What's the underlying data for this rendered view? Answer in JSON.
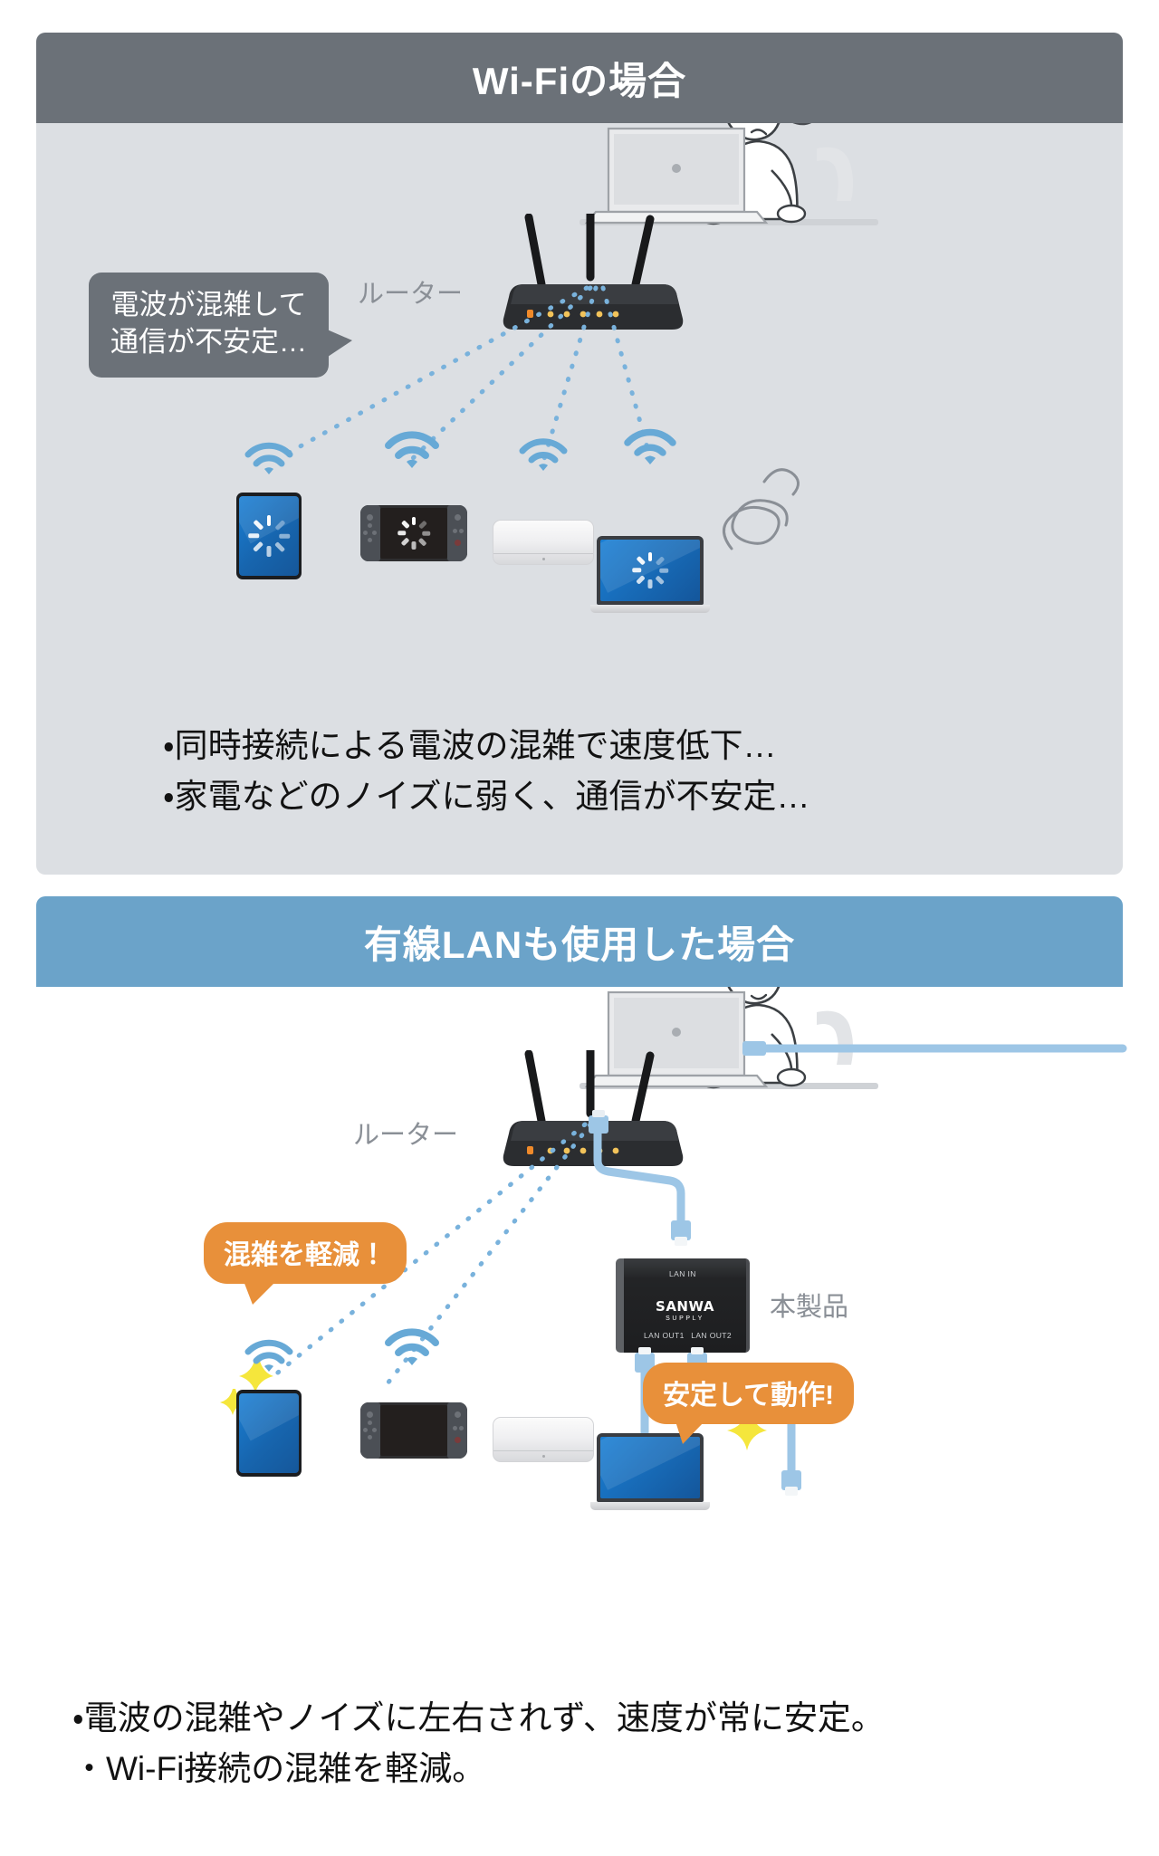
{
  "sections": [
    {
      "id": "wifi",
      "header": {
        "title": "Wi-Fiの場合",
        "bg_color": "#6b7178",
        "text_color": "#ffffff"
      },
      "panel_bg": "#dcdfe3",
      "router_label": "ルーター",
      "speech_bubble": {
        "line1": "電波が混雑して",
        "line2": "通信が不安定…",
        "bg_color": "#6b7178",
        "text_color": "#ffffff"
      },
      "devices": [
        {
          "name": "tablet",
          "status": "loading",
          "wifi_signal": "weak"
        },
        {
          "name": "handheld-console",
          "status": "loading",
          "wifi_signal": "strong"
        },
        {
          "name": "mini-pc",
          "status": "idle",
          "wifi_signal": "strong"
        },
        {
          "name": "laptop",
          "status": "loading",
          "wifi_signal": "strong"
        }
      ],
      "bullets": [
        "・同時接続による電波の混雑で速度低下…",
        "・家電などのノイズに弱く、通信が不安定…"
      ],
      "person_mood": "frustrated",
      "has_scribble": true
    },
    {
      "id": "wired-lan",
      "header": {
        "title": "有線LANも使用した場合",
        "bg_color": "#6ba3c9",
        "text_color": "#ffffff"
      },
      "panel_bg": "#ffffff",
      "router_label": "ルーター",
      "product_label": "本製品",
      "product": {
        "brand_main": "SANWA",
        "brand_sub": "SUPPLY",
        "port_in": "LAN IN",
        "port_out1": "LAN OUT1",
        "port_out2": "LAN OUT2"
      },
      "callouts": [
        {
          "text": "混雑を軽減！",
          "bg_color": "#e8903a",
          "text_color": "#ffffff"
        },
        {
          "text": "安定して動作!",
          "bg_color": "#e8903a",
          "text_color": "#ffffff"
        }
      ],
      "devices": [
        {
          "name": "tablet",
          "status": "ok",
          "connection": "wifi"
        },
        {
          "name": "handheld-console",
          "status": "ok",
          "connection": "wifi"
        },
        {
          "name": "mini-pc",
          "status": "ok",
          "connection": "wired"
        },
        {
          "name": "laptop",
          "status": "ok",
          "connection": "wired"
        }
      ],
      "bullets": [
        "・電波の混雑やノイズに左右されず、速度が常に安定。",
        "・Wi-Fi接続の混雑を軽減。"
      ],
      "person_mood": "calm",
      "has_sparkles": true
    }
  ],
  "colors": {
    "accent_blue": "#6ba3c9",
    "accent_orange": "#e8903a",
    "header_gray": "#6b7178",
    "panel_gray": "#dcdfe3",
    "signal_blue": "#67a9d6",
    "cable_blue": "#9dc6e6",
    "sparkle_yellow": "#f5e63c",
    "label_gray": "#8a8f96"
  }
}
